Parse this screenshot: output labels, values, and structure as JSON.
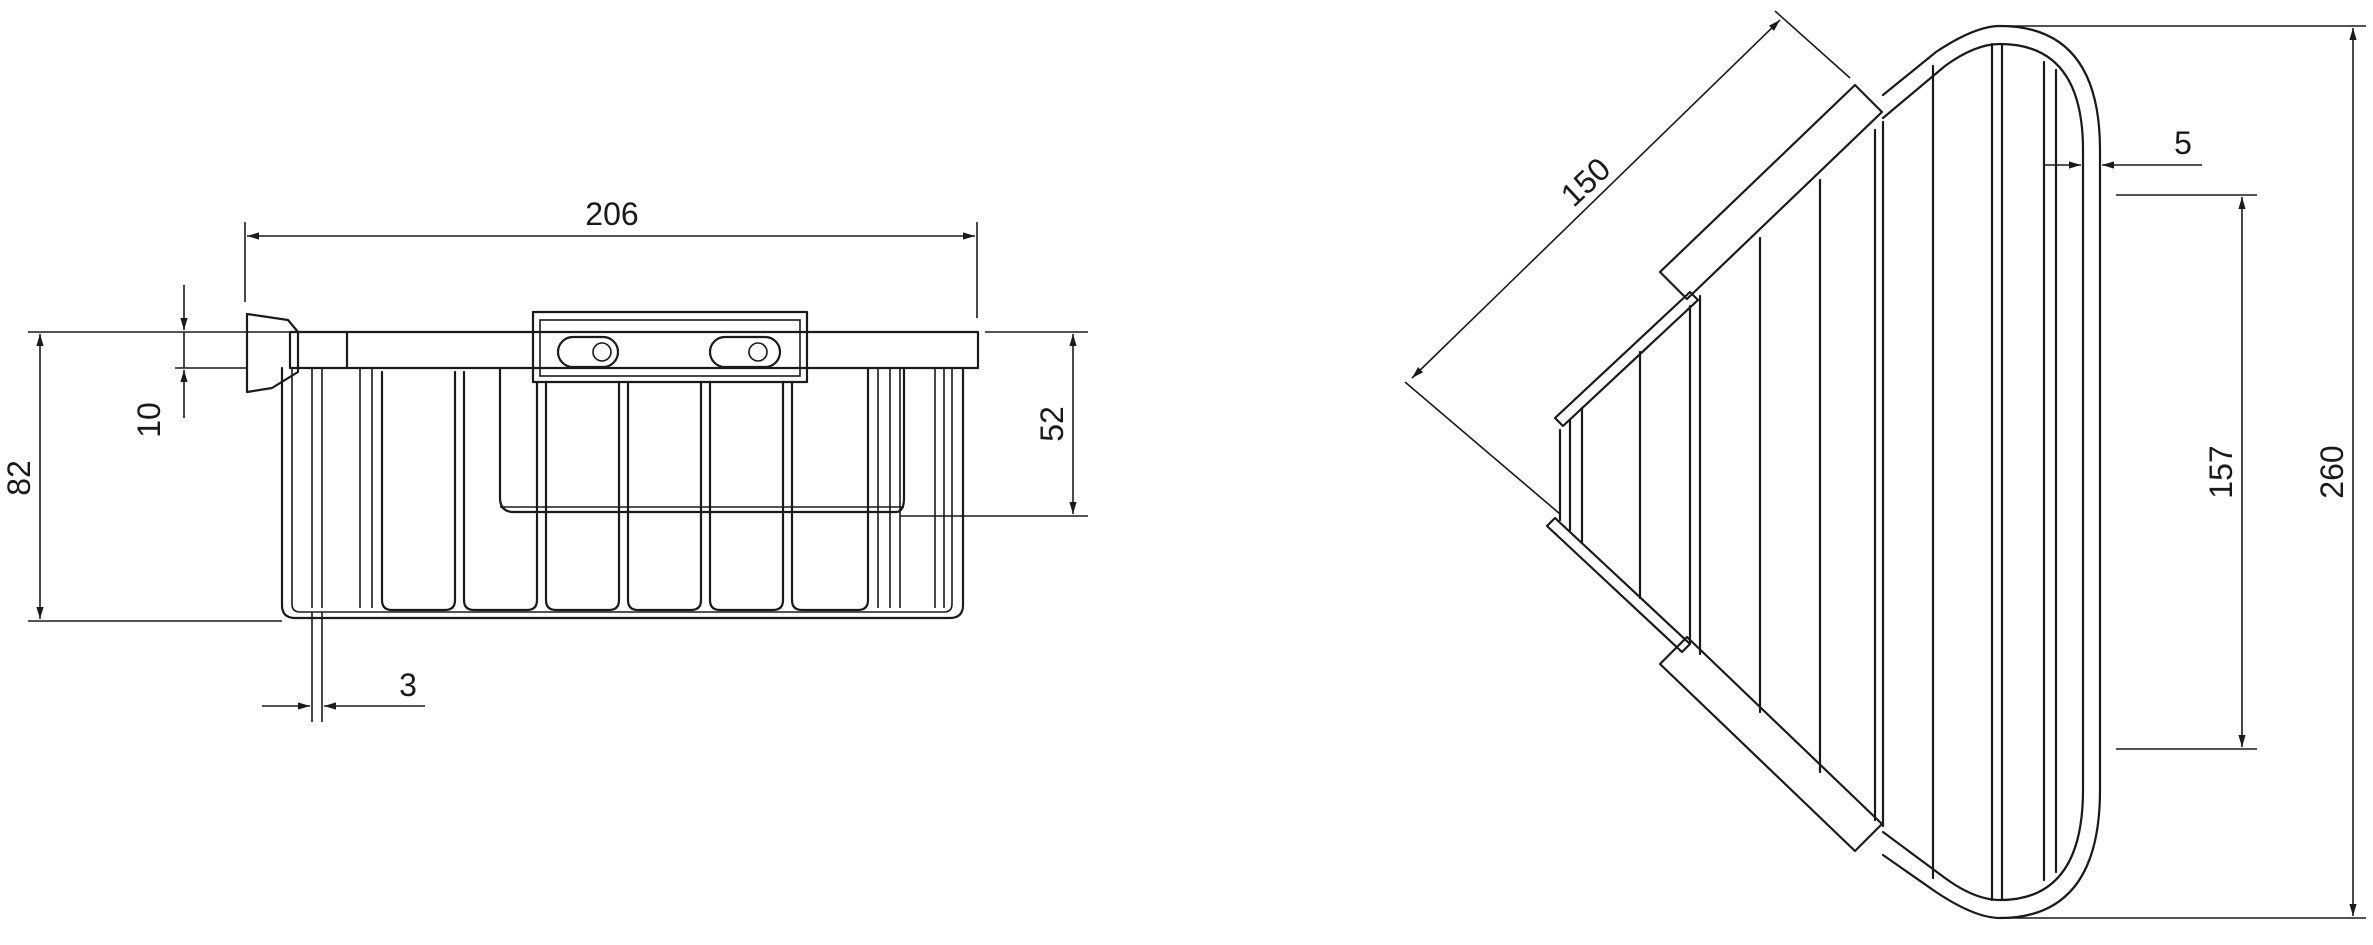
{
  "dimensions": {
    "width_total": "206",
    "height_total": "82",
    "mount_height": "10",
    "basket_depth": "52",
    "wire_offset": "3",
    "side_length": "150",
    "rim_offset": "5",
    "inner_span": "157",
    "overall_length": "260"
  }
}
